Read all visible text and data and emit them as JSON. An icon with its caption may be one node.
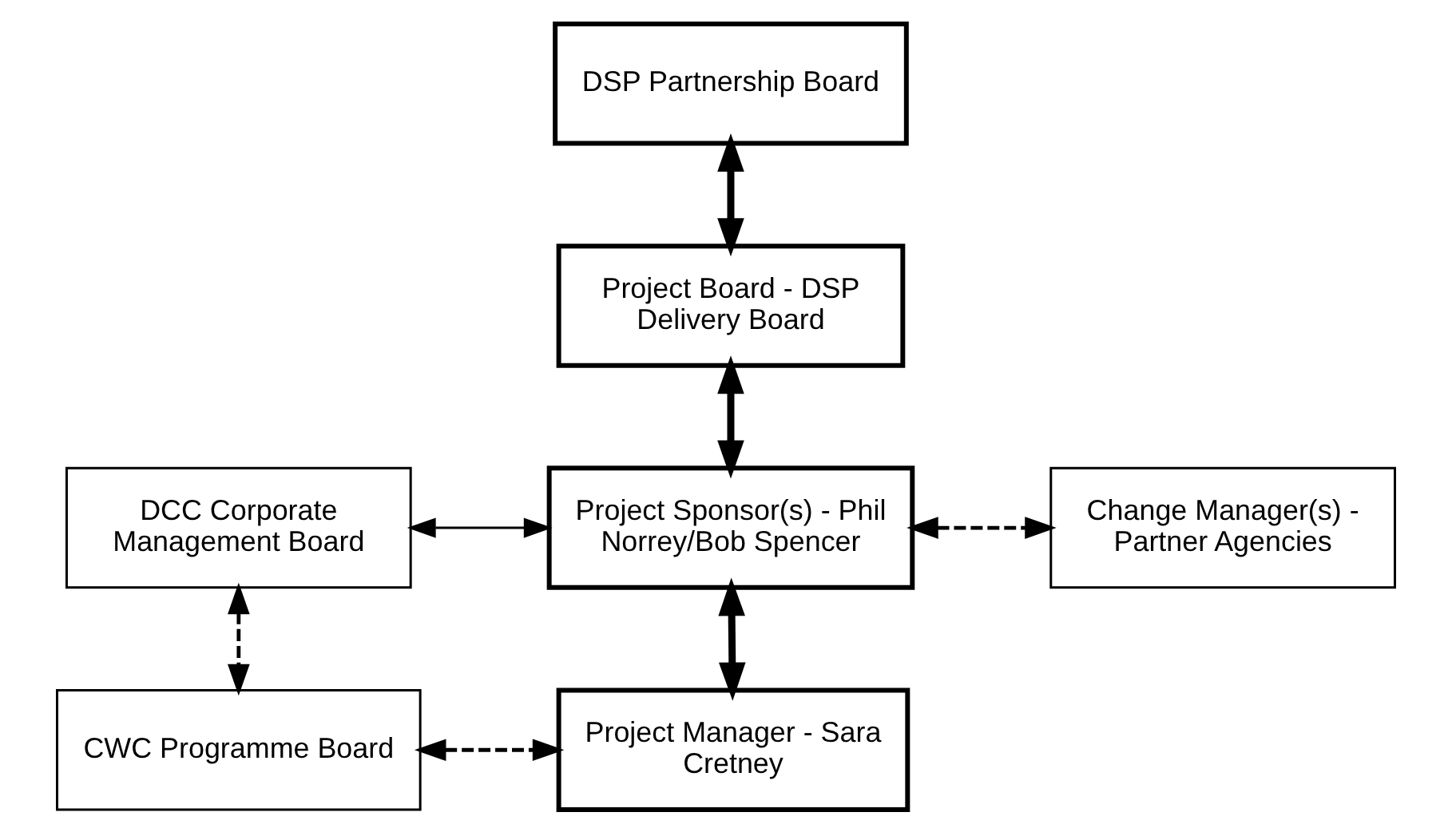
{
  "diagram": {
    "nodes": [
      {
        "text": [
          "DSP Partnership Board"
        ]
      },
      {
        "text": [
          "Project Board - DSP Delivery Board"
        ]
      },
      {
        "text": [
          "Project Sponsor(s) - Phil Norrey/Bob Spencer"
        ]
      },
      {
        "text": [
          "DCC Corporate Management Board"
        ]
      },
      {
        "text": [
          "Change Manager(s) - Partner Agencies"
        ]
      },
      {
        "text": [
          "CWC Programme Board"
        ]
      },
      {
        "text": [
          "Project Manager - Sara Cretney"
        ]
      }
    ],
    "edges": [
      {
        "from": 0,
        "to": 1,
        "arrow": "both",
        "style": "thick"
      },
      {
        "from": 1,
        "to": 2,
        "arrow": "both",
        "style": "thick"
      },
      {
        "from": 3,
        "to": 2,
        "arrow": "both"
      },
      {
        "from": 2,
        "to": 4,
        "arrow": "both",
        "style": "dashed"
      },
      {
        "from": 3,
        "to": 5,
        "arrow": "both",
        "style": "dashed"
      },
      {
        "from": 5,
        "to": 6,
        "arrow": "both",
        "style": "dashed"
      },
      {
        "from": 2,
        "to": 6,
        "arrow": "both",
        "style": "thick"
      }
    ]
  }
}
